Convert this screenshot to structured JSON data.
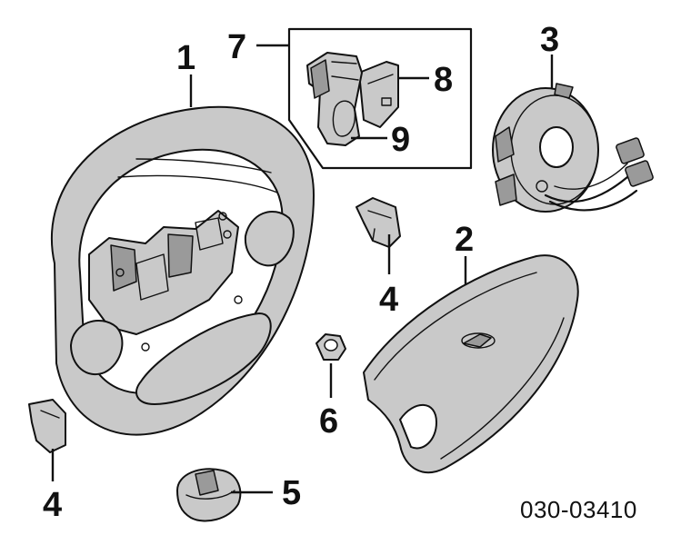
{
  "callouts": {
    "c1": "1",
    "c2": "2",
    "c3": "3",
    "c4a": "4",
    "c4b": "4",
    "c5": "5",
    "c6": "6",
    "c7": "7",
    "c8": "8",
    "c9": "9"
  },
  "diagram_code": "030-03410"
}
